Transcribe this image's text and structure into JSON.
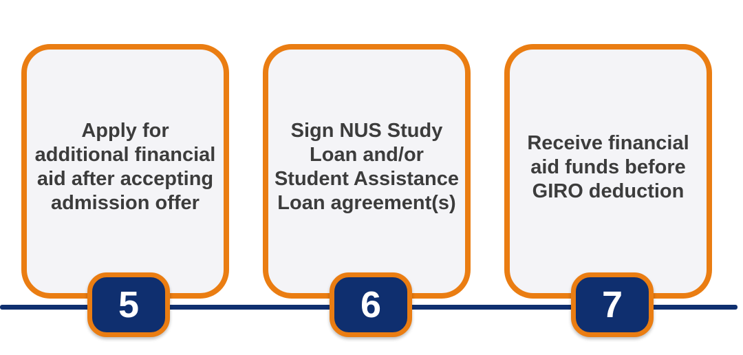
{
  "steps": [
    {
      "number": "5",
      "text": "Apply for\nadditional financial\naid after accepting\nadmission offer"
    },
    {
      "number": "6",
      "text": "Sign NUS Study\nLoan and/or\nStudent Assistance\nLoan agreement(s)"
    },
    {
      "number": "7",
      "text": "Receive financial\naid funds before\nGIRO deduction"
    }
  ],
  "colors": {
    "accent_orange": "#ea7d12",
    "navy": "#0f2f6f",
    "card_fill": "#f4f4f7",
    "text": "#3c3c3c"
  }
}
